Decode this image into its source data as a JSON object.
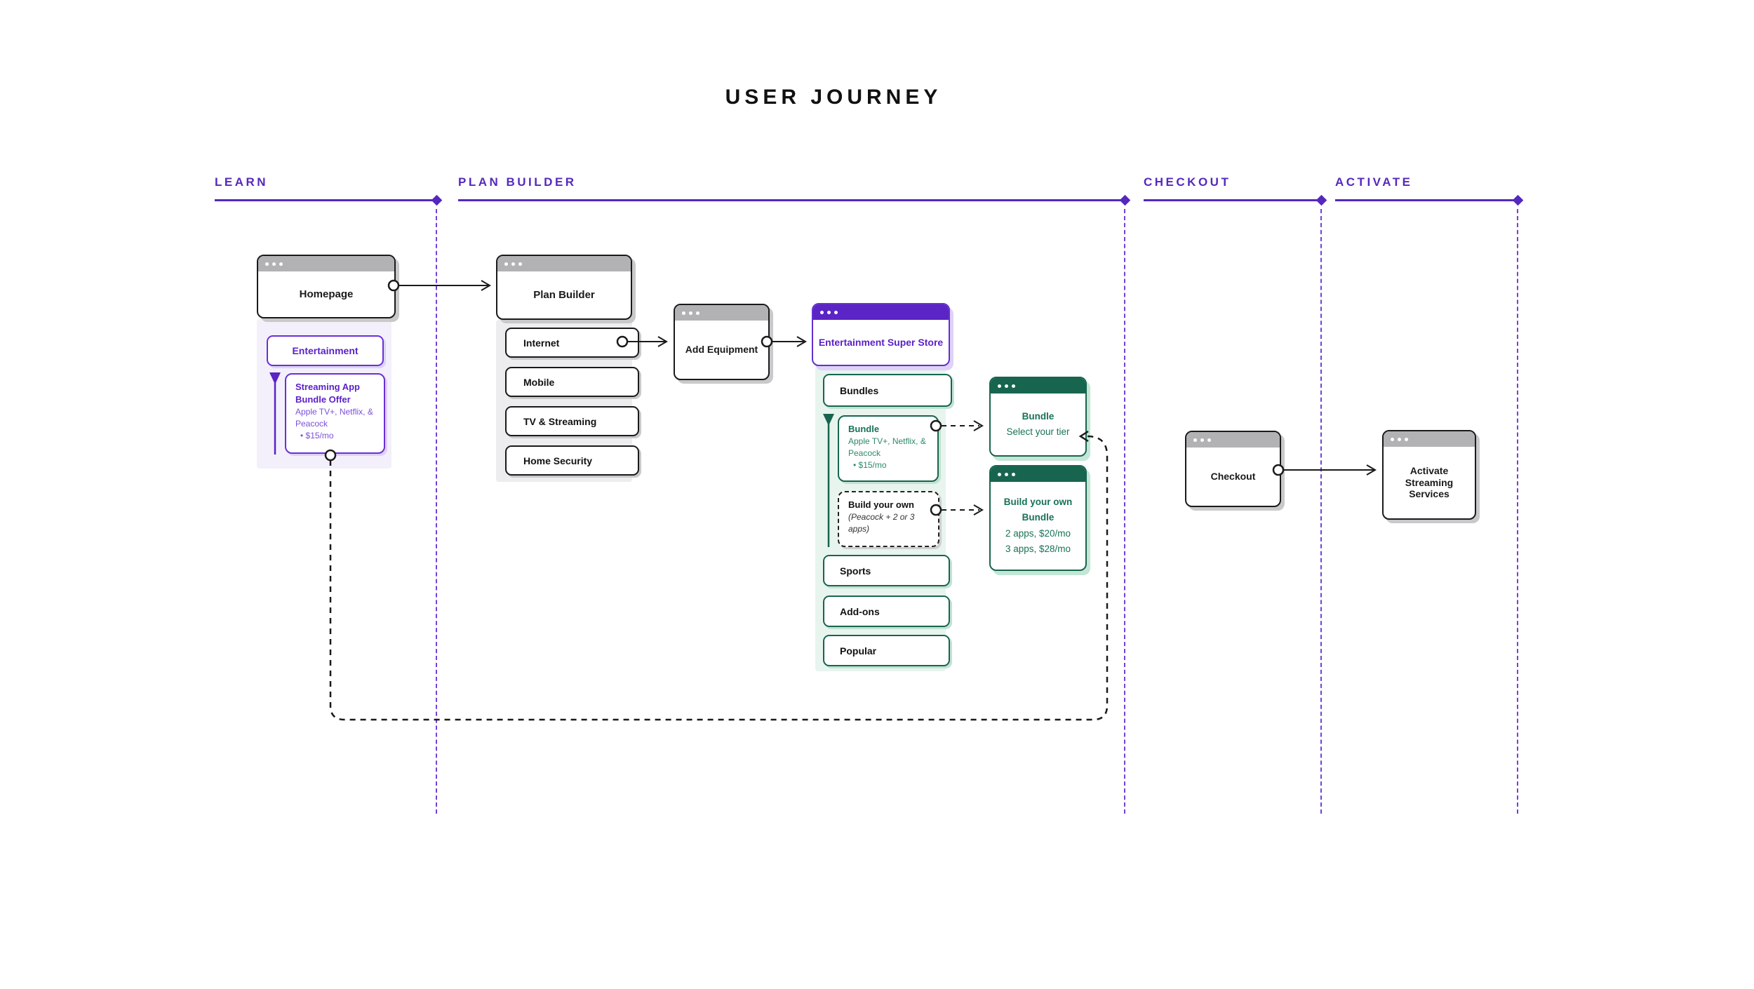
{
  "title": "USER JOURNEY",
  "colors": {
    "purple_accent": "#5B24C4",
    "purple_text": "#5A1FC8",
    "purple_light_text": "#7B50D8",
    "lane_purple": "#5528BD",
    "green_accent": "#17654F",
    "green_text": "#177257",
    "titlebar_gray": "#B2B2B4",
    "panel_lavender": "#F3F0FB",
    "panel_gray": "#EDEDEF",
    "panel_green": "#E8F4EE",
    "ink": "#1A1A1A"
  },
  "lanes": {
    "learn": "LEARN",
    "plan_builder": "PLAN BUILDER",
    "checkout": "CHECKOUT",
    "activate": "ACTIVATE"
  },
  "learn": {
    "homepage_window": "Homepage",
    "entertainment_chip": "Entertainment",
    "offer": {
      "title_line1": "Streaming App",
      "title_line2": "Bundle Offer",
      "desc_line1": "Apple TV+, Netflix, &",
      "desc_line2": "Peacock",
      "price": "• $15/mo"
    }
  },
  "plan_builder": {
    "window": "Plan Builder",
    "items": [
      "Internet",
      "Mobile",
      "TV & Streaming",
      "Home Security"
    ],
    "add_equipment_window": "Add Equipment",
    "super_store_window": "Entertainment Super Store",
    "store": {
      "bundles_chip": "Bundles",
      "bundle": {
        "title": "Bundle",
        "desc_line1": "Apple TV+, Netflix, &",
        "desc_line2": "Peacock",
        "price": "• $15/mo"
      },
      "build_your_own": {
        "title": "Build your own",
        "desc_line1": "(Peacock + 2 or 3",
        "desc_line2": "apps)"
      },
      "sports_chip": "Sports",
      "addons_chip": "Add-ons",
      "popular_chip": "Popular"
    },
    "bundle_window": {
      "title": "Bundle",
      "subtitle": "Select your tier"
    },
    "byo_window": {
      "title_line1": "Build your own",
      "title_line2": "Bundle",
      "price_line1": "2 apps, $20/mo",
      "price_line2": "3 apps, $28/mo"
    }
  },
  "checkout": {
    "window": "Checkout"
  },
  "activate": {
    "window_line1": "Activate",
    "window_line2": "Streaming",
    "window_line3": "Services"
  }
}
